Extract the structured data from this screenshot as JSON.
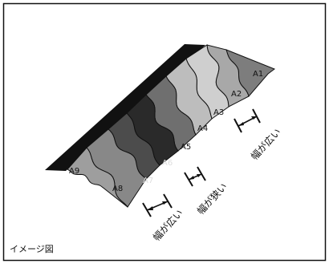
{
  "figure": {
    "caption": "イメージ図",
    "bands": [
      {
        "label": "A1",
        "color": "#7d7d7d"
      },
      {
        "label": "A2",
        "color": "#a8a8a8"
      },
      {
        "label": "A3",
        "color": "#cfcfcf"
      },
      {
        "label": "A4",
        "color": "#bdbdbd"
      },
      {
        "label": "A5",
        "color": "#6f6f6f"
      },
      {
        "label": "A6",
        "color": "#2a2a2a"
      },
      {
        "label": "A7",
        "color": "#4c4c4c"
      },
      {
        "label": "A8",
        "color": "#888888"
      },
      {
        "label": "A9",
        "color": "#9e9e9e"
      }
    ],
    "width_labels": {
      "wide_1": "幅が広い",
      "narrow": "幅が狭い",
      "wide_2": "幅が広い"
    },
    "colors": {
      "outline": "#111111",
      "top_edge": "#111111",
      "background": "#ffffff"
    }
  }
}
